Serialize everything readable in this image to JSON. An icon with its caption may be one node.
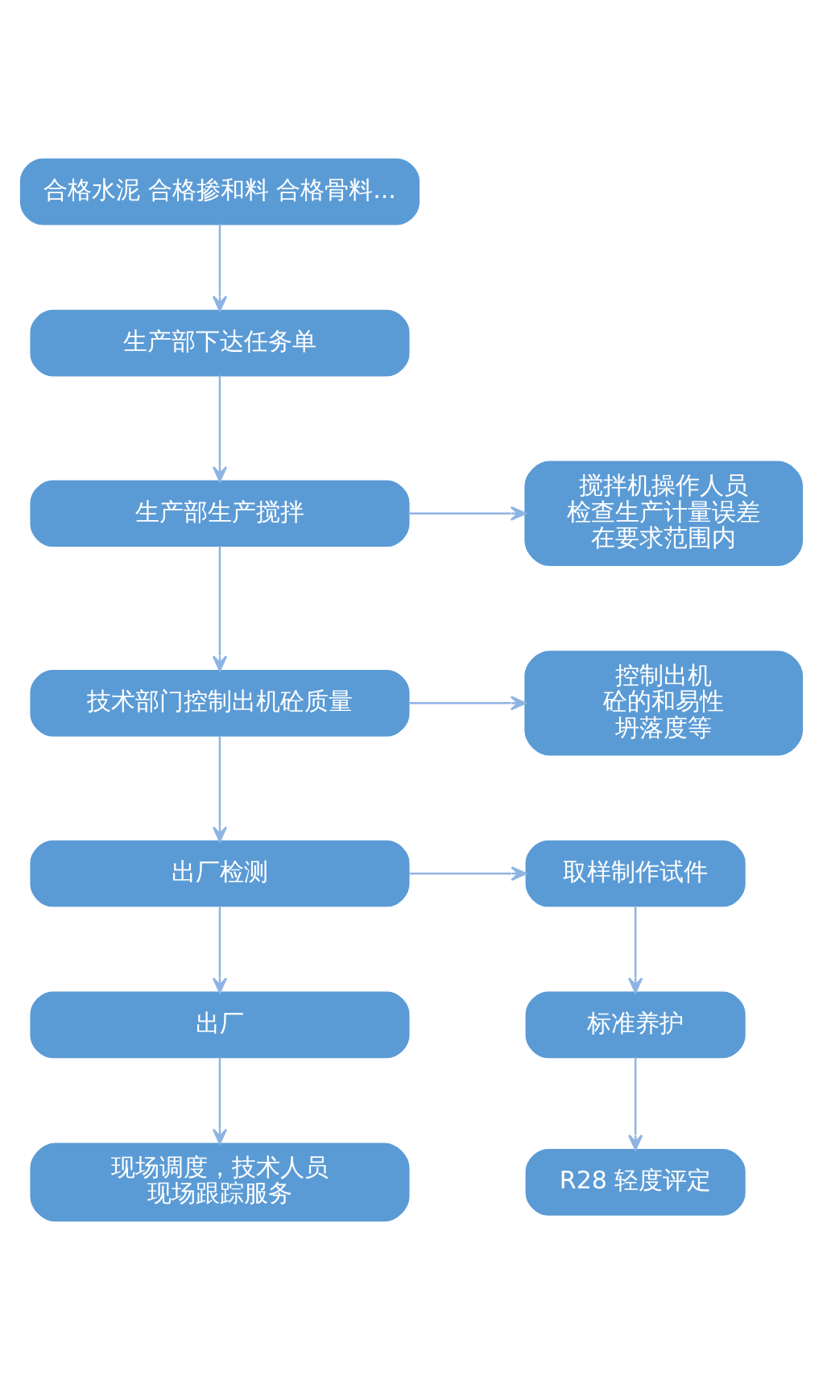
{
  "diagram": {
    "nodes": [
      {
        "text": [
          "合格水泥 合格掺和料 合格骨料..."
        ]
      },
      {
        "text": [
          "生产部下达任务单"
        ]
      },
      {
        "text": [
          "生产部生产搅拌"
        ]
      },
      {
        "text": [
          "搅拌机操作人员检查生产计量误差在要求范围内"
        ]
      },
      {
        "text": [
          "技术部门控制出机砼质量"
        ]
      },
      {
        "text": [
          "控制出机砼的和易性坍落度等"
        ]
      },
      {
        "text": [
          "出厂检测"
        ]
      },
      {
        "text": [
          "取样制作试件"
        ]
      },
      {
        "text": [
          "出厂"
        ]
      },
      {
        "text": [
          "标准养护"
        ]
      },
      {
        "text": [
          "R28 轻度评定"
        ]
      },
      {
        "text": [
          "现场调度，技术人员现场跟踪服务"
        ]
      }
    ],
    "edges": [
      {
        "from": 0,
        "to": 1,
        "arrow": "to"
      },
      {
        "from": 1,
        "to": 2,
        "arrow": "to"
      },
      {
        "from": 2,
        "to": 3,
        "arrow": "to"
      },
      {
        "from": 2,
        "to": 4,
        "arrow": "to"
      },
      {
        "from": 4,
        "to": 5,
        "arrow": "to"
      },
      {
        "from": 4,
        "to": 6,
        "arrow": "to"
      },
      {
        "from": 6,
        "to": 7,
        "arrow": "to"
      },
      {
        "from": 6,
        "to": 8,
        "arrow": "to"
      },
      {
        "from": 7,
        "to": 9,
        "arrow": "to"
      },
      {
        "from": 8,
        "to": 11,
        "arrow": "to"
      },
      {
        "from": 9,
        "to": 10,
        "arrow": "to"
      }
    ]
  }
}
